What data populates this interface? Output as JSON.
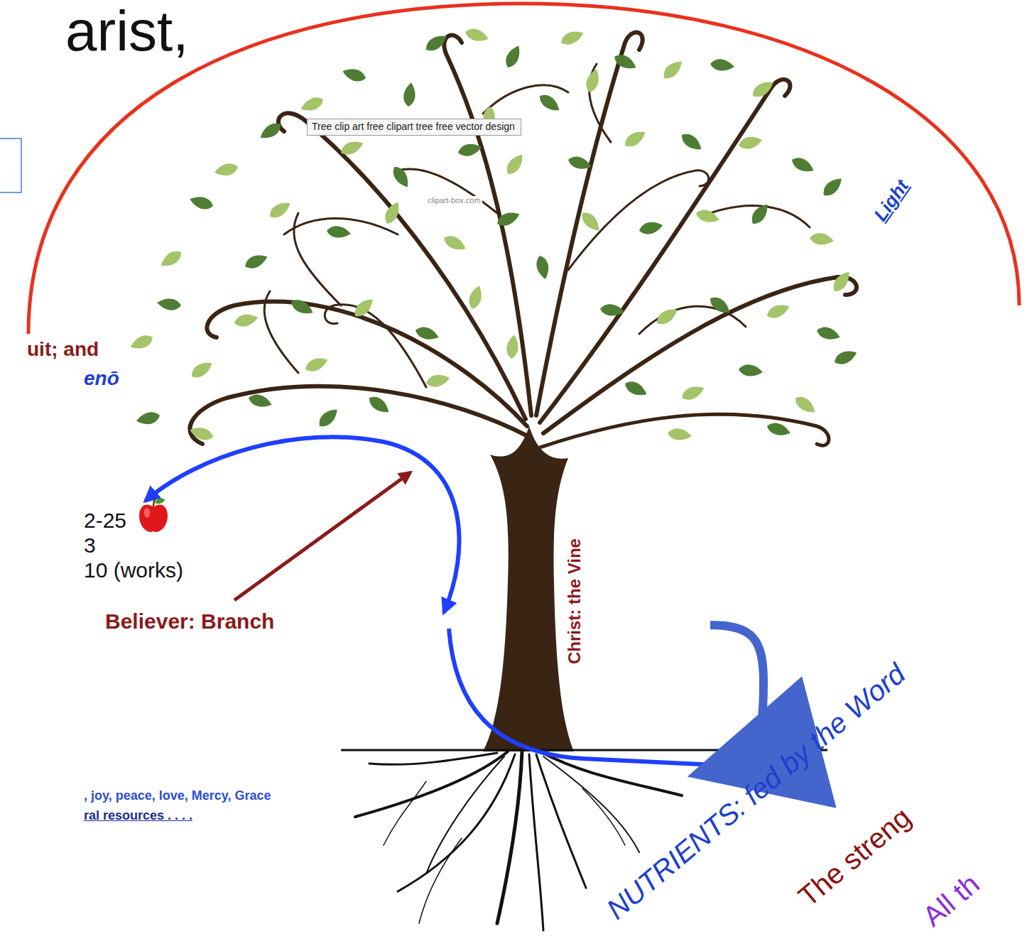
{
  "diagram": {
    "title": "arist,",
    "nodes": [
      {
        "text": [
          "Tree clip art free clipart tree free vector design"
        ]
      }
    ],
    "labels": [
      "uit; and",
      "enō",
      "2-25",
      "3",
      "10 (works)",
      "Believer: Branch",
      "Christ: the Vine",
      "Light",
      ", joy, peace, love, Mercy, Grace",
      "ral resources . . . .",
      "NUTRIENTS: fed by the Word",
      "The streng",
      "All th",
      "clipart-box.com"
    ]
  }
}
